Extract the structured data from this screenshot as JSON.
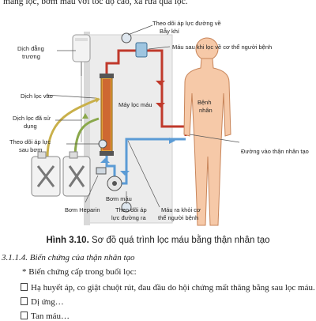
{
  "top_text": "màng lọc, bơm máu với tốc độ cao, xả rửa quả lọc.",
  "labels": {
    "dich_dang_truong": [
      "Dịch đẳng",
      "trương"
    ],
    "dich_loc_vao": "Dịch lọc vào",
    "dich_loc_da_su_dung": [
      "Dịch lọc đã sử",
      "dụng"
    ],
    "theo_doi_ap_luc_sau_bom": [
      "Theo dõi áp lực",
      "sau bơm"
    ],
    "bom_heparin": "Bơm Heparin",
    "bom_mau": "Bơm máu",
    "theo_doi_ap_luc_duong_ra": [
      "Theo dõi áp",
      "lực đường ra"
    ],
    "mau_ra_khoi": [
      "Máu ra khỏi cơ",
      "thể người bệnh"
    ],
    "duong_vao_than": "Đường vào thận nhân tạo",
    "benh_nhan": [
      "Bệnh",
      "nhân"
    ],
    "may_loc_mau": "Máy lọc máu",
    "mau_sau_khi_loc": "Máu sau khi lọc về cơ thể người bệnh",
    "theo_doi_ap_luc_duong_ve": [
      "Theo dõi áp lực đường về",
      "Bẫy khí"
    ]
  },
  "caption": {
    "number": "Hình 3.10.",
    "text": " Sơ đồ quá trình lọc máu bằng thận nhân tạo"
  },
  "section_title": "3.1.1.4. Biến chứng của thận nhân tạo",
  "subheading": "* Biến chứng cấp trong buổi lọc:",
  "items": [
    "Hạ huyết áp, co giật chuột rút, đau đầu do hội chứng mất thăng bằng sau lọc máu.",
    "Dị ứng…",
    "Tan máu…"
  ],
  "colors": {
    "red_line": "#c0392b",
    "blue_line": "#5b9bd5",
    "yellow_line": "#c9b04a",
    "body_fill": "#f6c9a8",
    "body_stroke": "#c8855a",
    "machine_panel": "#ececec",
    "filter": "#e0a23a"
  }
}
